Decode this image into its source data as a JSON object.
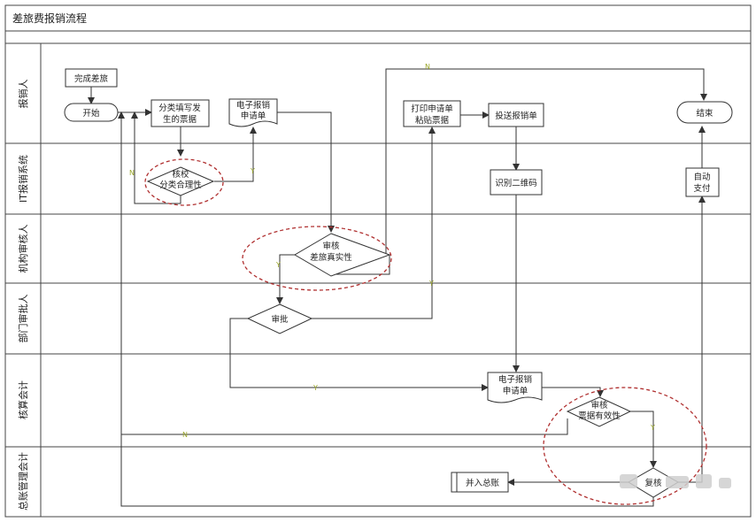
{
  "title": "差旅费报销流程",
  "lanes": [
    {
      "id": "claimant",
      "label": "报销人"
    },
    {
      "id": "it_system",
      "label": "IT报销系统"
    },
    {
      "id": "org_reviewer",
      "label": "机构审核人"
    },
    {
      "id": "dept_approver",
      "label": "部门审批人"
    },
    {
      "id": "accountant",
      "label": "核算会计"
    },
    {
      "id": "ledger_accountant",
      "label": "总账管理会计"
    }
  ],
  "nodes": {
    "finish_trip": "完成差旅",
    "start": "开始",
    "fill_invoices": [
      "分类填写发",
      "生的票据"
    ],
    "e_form_1": [
      "电子报销",
      "申请单"
    ],
    "print_form": [
      "打印申请单",
      "粘贴票据"
    ],
    "send_form": "投送报销单",
    "end": "结束",
    "check_classify": [
      "核校",
      "分类合理性"
    ],
    "scan_qr": "识别二维码",
    "auto_pay": [
      "自动",
      "支付"
    ],
    "review_authenticity": [
      "审核",
      "差旅真实性"
    ],
    "approve": "审批",
    "e_form_2": [
      "电子报销",
      "申请单"
    ],
    "review_validity": [
      "审核",
      "票据有效性"
    ],
    "recheck": "复核",
    "post_ledger": "并入总账"
  },
  "edge_labels": {
    "yes": "Y",
    "no": "N"
  },
  "colors": {
    "frame": "#444444",
    "highlight_ellipse": "#b03030",
    "edge_label": "#9aa62a"
  }
}
